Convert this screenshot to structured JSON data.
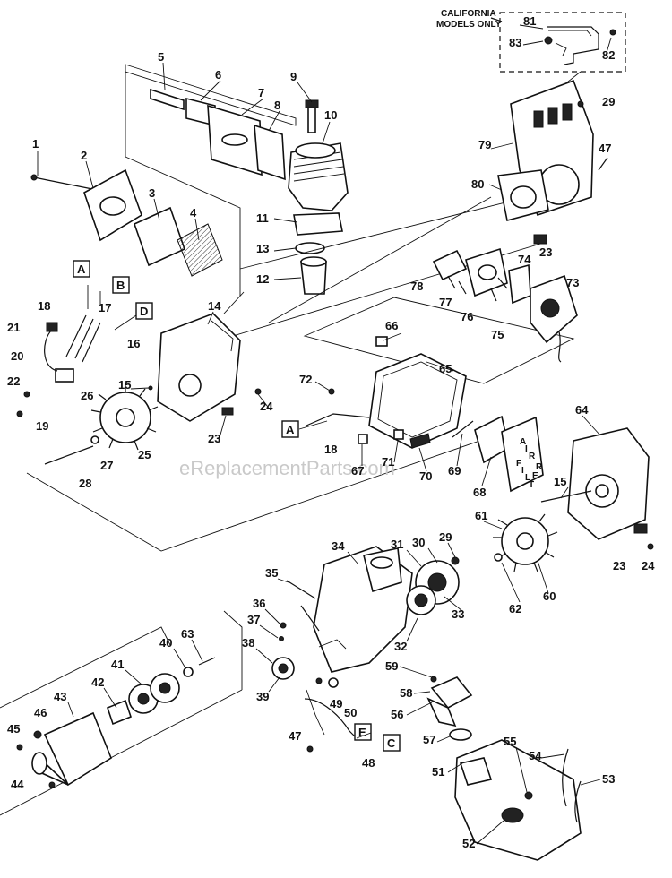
{
  "note": {
    "line1": "CALIFORNIA",
    "line2": "MODELS ONLY"
  },
  "watermark": "eReplacementParts.com",
  "boxes": [
    "A",
    "B",
    "D",
    "A",
    "E",
    "C"
  ],
  "callouts": [
    "1",
    "2",
    "3",
    "4",
    "5",
    "6",
    "7",
    "8",
    "9",
    "10",
    "11",
    "12",
    "13",
    "14",
    "15",
    "16",
    "17",
    "18",
    "19",
    "20",
    "21",
    "22",
    "23",
    "24",
    "25",
    "26",
    "27",
    "28",
    "29",
    "30",
    "31",
    "32",
    "33",
    "34",
    "35",
    "36",
    "37",
    "38",
    "39",
    "40",
    "41",
    "42",
    "43",
    "44",
    "45",
    "46",
    "47",
    "48",
    "49",
    "50",
    "51",
    "52",
    "53",
    "54",
    "55",
    "56",
    "57",
    "58",
    "59",
    "60",
    "61",
    "62",
    "63",
    "64",
    "65",
    "66",
    "67",
    "68",
    "69",
    "70",
    "71",
    "72",
    "73",
    "74",
    "75",
    "76",
    "77",
    "78",
    "79",
    "80",
    "81",
    "82",
    "83"
  ],
  "callouts_extra": [
    "23",
    "24",
    "47",
    "15",
    "29",
    "18",
    "23"
  ],
  "air_filter_label": [
    "A",
    "I",
    "R",
    "F",
    "I",
    "L",
    "T",
    "E",
    "R"
  ]
}
